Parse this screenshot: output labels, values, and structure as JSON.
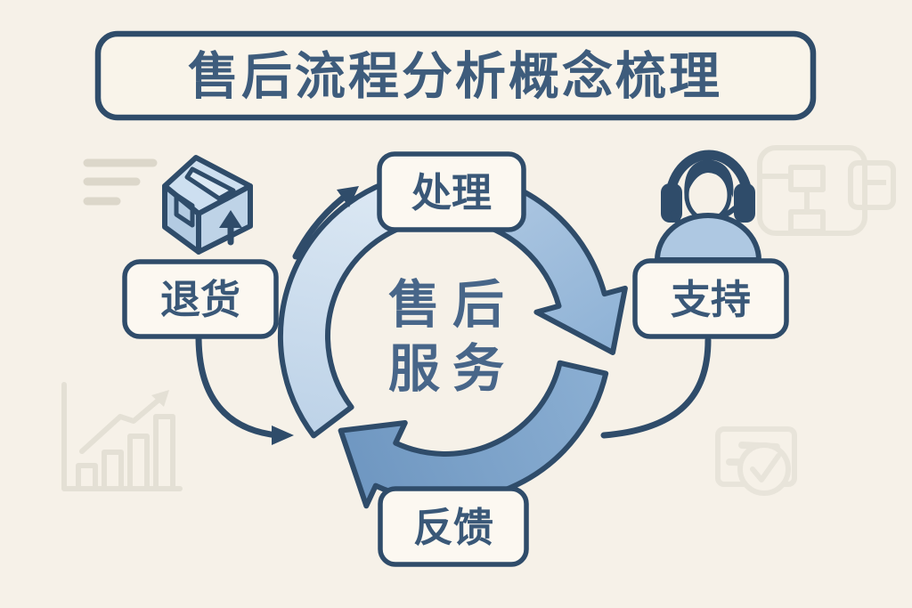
{
  "title": "售后流程分析概念梳理",
  "center_label": {
    "line1": "售后",
    "line2": "服务"
  },
  "nodes": {
    "top": {
      "label": "处理"
    },
    "left": {
      "label": "退货"
    },
    "right": {
      "label": "支持"
    },
    "bottom": {
      "label": "反馈"
    }
  },
  "icons": {
    "package": "package-box-icon",
    "support_agent": "support-agent-headset-icon",
    "speed_lines": "speed-lines-decoration",
    "growth_chart": "growth-chart-decoration",
    "flowchart": "flowchart-decoration",
    "checklist": "checklist-check-decoration"
  },
  "colors": {
    "background": "#f6f1e8",
    "outline_navy": "#2f4c6a",
    "title_text": "#3e5c7c",
    "node_text": "#3a5878",
    "center_text": "#486689",
    "arc_pale_start": "#dde9f4",
    "arc_pale_end": "#bed3e8",
    "arc_medium_start": "#b0c9e3",
    "arc_medium_end": "#8db1d5",
    "arc_dark_start": "#8aaed2",
    "arc_dark_end": "#6f97c1",
    "box_fill": "#fcf8f1",
    "icon_fill": "#b9cfe5",
    "icon_fill_light": "#cddff0",
    "shirt_fill": "#aec8e2",
    "decoration_gray": "#e5e1d6"
  }
}
